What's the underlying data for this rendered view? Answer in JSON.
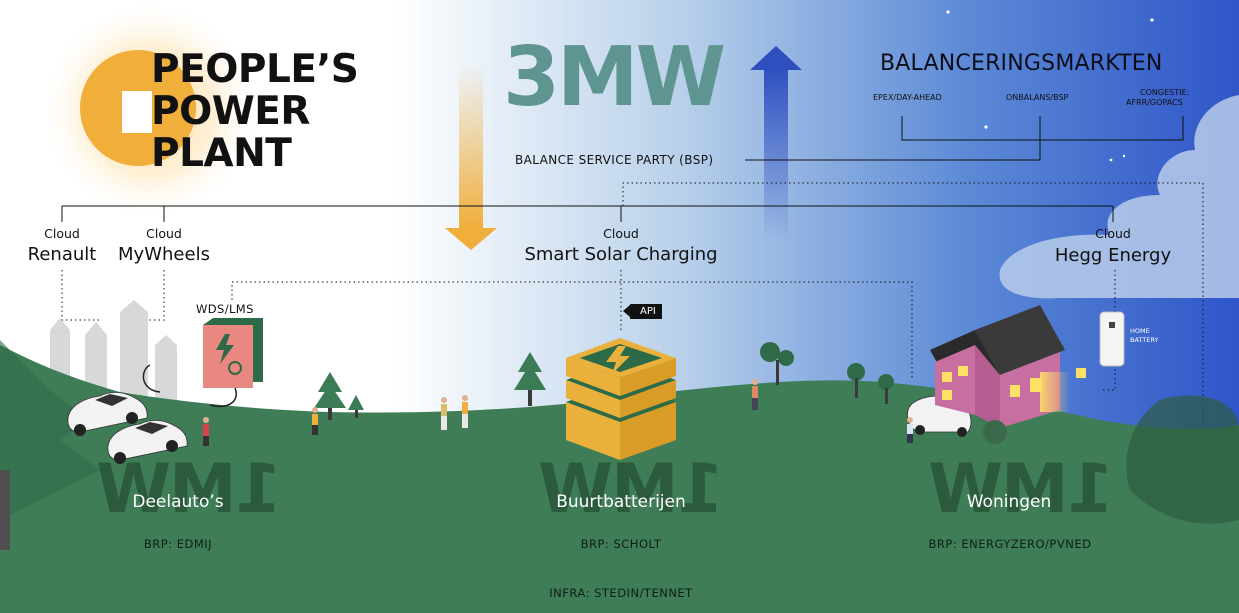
{
  "header": {
    "title_line1": "PEOPLE’S",
    "title_line2": "POWER",
    "title_line3": "PLANT",
    "total_capacity": "3MW"
  },
  "markets": {
    "title": "BALANCERINGSMARKTEN",
    "items": [
      "EPEX/DAY-AHEAD",
      "ONBALANS/BSP",
      "CONGESTIE:"
    ],
    "congestion_sub": "AFRR/GOPACS"
  },
  "bsp_label": "BALANCE SERVICE PARTY (BSP)",
  "clouds": [
    {
      "type": "Cloud",
      "name": "Renault"
    },
    {
      "type": "Cloud",
      "name": "MyWheels"
    },
    {
      "type": "Cloud",
      "name": "Smart Solar Charging"
    },
    {
      "type": "Cloud",
      "name": "Hegg Energy"
    }
  ],
  "wds_label": "WDS/LMS",
  "api_label": "API",
  "home_battery_label": [
    "HOME",
    "BATTERY"
  ],
  "clusters": [
    {
      "capacity": "1MW",
      "name": "Deelauto’s",
      "brp": "BRP: EDMIJ"
    },
    {
      "capacity": "1MW",
      "name": "Buurtbatterijen",
      "brp": "BRP: SCHOLT"
    },
    {
      "capacity": "1MW",
      "name": "Woningen",
      "brp": "BRP: ENERGYZERO/PVNED"
    }
  ],
  "infra_label": "INFRA: STEDIN/TENNET",
  "colors": {
    "sun": "#f0ae3a",
    "hill": "#3f7d57",
    "sky_right": "#2f55c8",
    "arrow_down": "#f0ae3a",
    "arrow_up": "#2f4fc0",
    "mw_text": "#5e9590"
  }
}
